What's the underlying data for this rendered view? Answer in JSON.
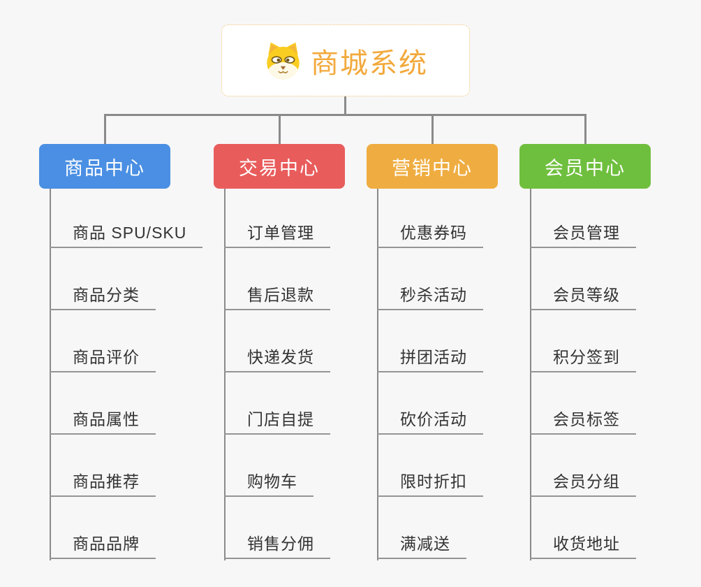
{
  "root": {
    "title": "商城系统",
    "icon": "shiba-dog-face-icon"
  },
  "branches": [
    {
      "id": "product-center",
      "label": "商品中心",
      "color": "#4A8FE3",
      "children": [
        "商品 SPU/SKU",
        "商品分类",
        "商品评价",
        "商品属性",
        "商品推荐",
        "商品品牌"
      ]
    },
    {
      "id": "trade-center",
      "label": "交易中心",
      "color": "#E95C5C",
      "children": [
        "订单管理",
        "售后退款",
        "快递发货",
        "门店自提",
        "购物车",
        "销售分佣"
      ]
    },
    {
      "id": "marketing-center",
      "label": "营销中心",
      "color": "#EFAD41",
      "children": [
        "优惠券码",
        "秒杀活动",
        "拼团活动",
        "砍价活动",
        "限时折扣",
        "满减送"
      ]
    },
    {
      "id": "member-center",
      "label": "会员中心",
      "color": "#6FBF3E",
      "children": [
        "会员管理",
        "会员等级",
        "积分签到",
        "会员标签",
        "会员分组",
        "收货地址"
      ]
    }
  ],
  "colors": {
    "background": "#F7F7F7",
    "connector": "#8A8A8A",
    "leaf_underline": "#949494",
    "leaf_text": "#333333",
    "root_text": "#F2A93C",
    "root_border": "#F2C57E",
    "node_text": "#FFFFFF"
  }
}
